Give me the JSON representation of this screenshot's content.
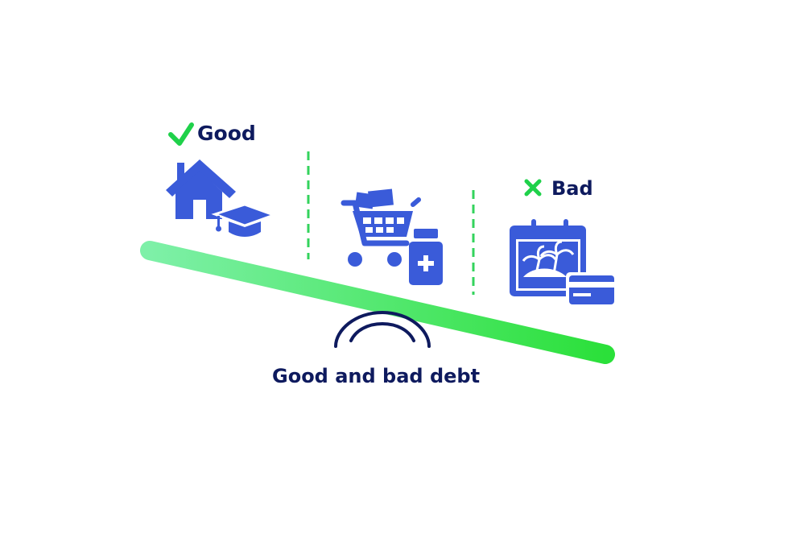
{
  "labels": {
    "good": "Good",
    "bad": "Bad",
    "caption": "Good and bad debt"
  },
  "colors": {
    "icon_blue": "#3a5bd9",
    "text_navy": "#0e1a5e",
    "check_green": "#1fd14a",
    "divider_green": "#33d35c",
    "seesaw_start": "#7ef0a8",
    "seesaw_end": "#2be03a",
    "background": "#ffffff"
  },
  "icons": {
    "good": [
      "house-icon",
      "graduation-cap-icon"
    ],
    "neutral": [
      "shopping-cart-icon",
      "medicine-bottle-icon"
    ],
    "bad": [
      "vacation-calendar-icon",
      "credit-card-icon"
    ],
    "markers": [
      "checkmark-icon",
      "cross-icon"
    ]
  }
}
